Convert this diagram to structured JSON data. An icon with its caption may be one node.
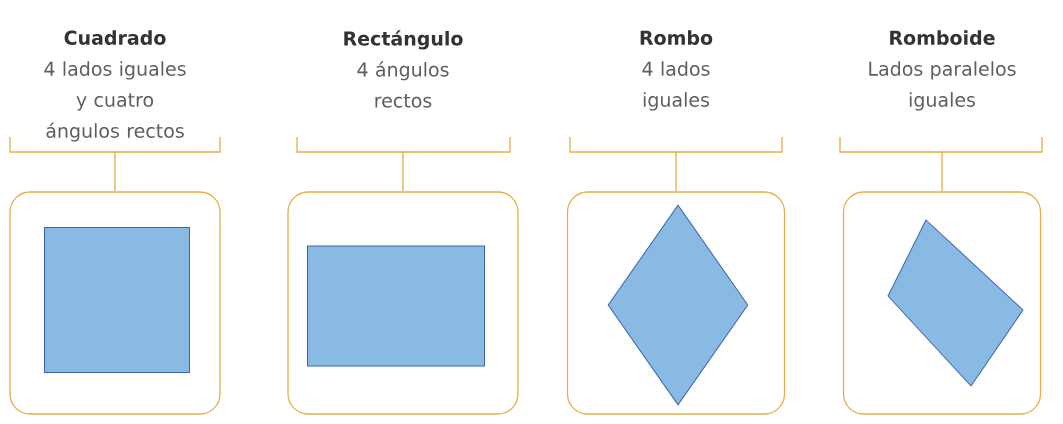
{
  "diagram": {
    "nodes": [
      {
        "text": [
          "Cuadrado",
          "4 lados iguales y cuatro ángulos rectos"
        ]
      },
      {
        "text": [],
        "shape": "box"
      },
      {
        "text": [],
        "shape": "box",
        "in": 1
      },
      {
        "text": [
          "Rectángulo",
          "4 ángulos rectos"
        ]
      },
      {
        "text": [],
        "shape": "box"
      },
      {
        "text": [],
        "shape": "box",
        "in": 4
      },
      {
        "text": [
          "Rombo",
          "4 lados iguales"
        ]
      },
      {
        "text": [],
        "shape": "box"
      },
      {
        "text": [],
        "shape": "diamond",
        "in": 7
      },
      {
        "text": [
          "Romboide",
          "Lados paralelos iguales"
        ]
      },
      {
        "text": [],
        "shape": "box"
      },
      {
        "text": [],
        "shape": "parallelogram",
        "in": 10
      }
    ],
    "edges": [
      {
        "from": 0,
        "to": 1,
        "arrow": "none"
      },
      {
        "from": 3,
        "to": 4,
        "arrow": "none"
      },
      {
        "from": 6,
        "to": 7,
        "arrow": "none"
      },
      {
        "from": 9,
        "to": 10,
        "arrow": "none"
      }
    ]
  }
}
